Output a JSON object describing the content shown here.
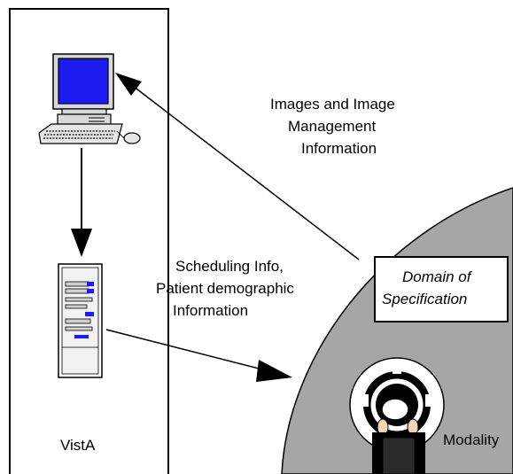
{
  "labels": {
    "images_line1": "Images and Image",
    "images_line2": "Management",
    "images_line3": "Information",
    "scheduling_line1": "Scheduling Info,",
    "scheduling_line2": "Patient demographic",
    "scheduling_line3": "Information",
    "domain_line1": "Domain of",
    "domain_line2": "Specification",
    "modality": "Modality",
    "vista": "VistA"
  },
  "icons": {
    "workstation": "desktop-computer-icon",
    "server": "tower-server-icon",
    "scanner": "ct-scanner-icon"
  },
  "colors": {
    "domain_fill": "#a6a6a6",
    "screen_fill": "#1c1cf0",
    "lines": "#000000"
  }
}
